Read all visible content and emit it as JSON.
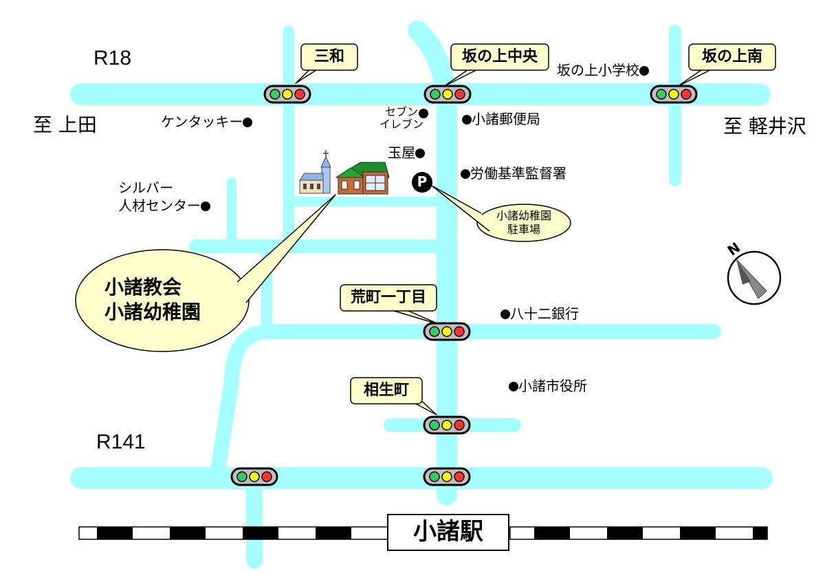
{
  "roads": {
    "r18": "R18",
    "r141": "R141"
  },
  "destinations": {
    "west": "至 上田",
    "east": "至 軽井沢"
  },
  "traffic_lights": [
    {
      "id": "sanwa",
      "label": "三和"
    },
    {
      "id": "sakanoue_chuo",
      "label": "坂の上中央"
    },
    {
      "id": "sakanoue_minami",
      "label": "坂の上南"
    },
    {
      "id": "aramachi",
      "label": "荒町一丁目"
    },
    {
      "id": "aioicho",
      "label": "相生町"
    }
  ],
  "landmarks": {
    "sakanoue_school": "坂の上小学校",
    "kentucky": "ケンタッキー",
    "seven_eleven_1": "セブン",
    "seven_eleven_2": "イレブン",
    "post_office": "小諸郵便局",
    "tamaya": "玉屋",
    "labor_office": "労働基準監督署",
    "silver_1": "シルバー",
    "silver_2": "人材センター",
    "hachijuni_bank": "八十二銀行",
    "city_hall": "小諸市役所"
  },
  "parking": {
    "symbol": "P",
    "label_1": "小諸幼稚園",
    "label_2": "駐車場"
  },
  "destination_callout": {
    "line1": "小諸教会",
    "line2": "小諸幼稚園"
  },
  "station": {
    "name": "小諸駅"
  },
  "compass": {
    "north_letter": "N"
  },
  "colors": {
    "road": "#a6ffff",
    "callout_fill": "#ffffcc",
    "signal_red": "#ff3333",
    "signal_yellow": "#ffff00",
    "signal_green": "#33cc66",
    "signal_body": "#c0c0c0"
  }
}
